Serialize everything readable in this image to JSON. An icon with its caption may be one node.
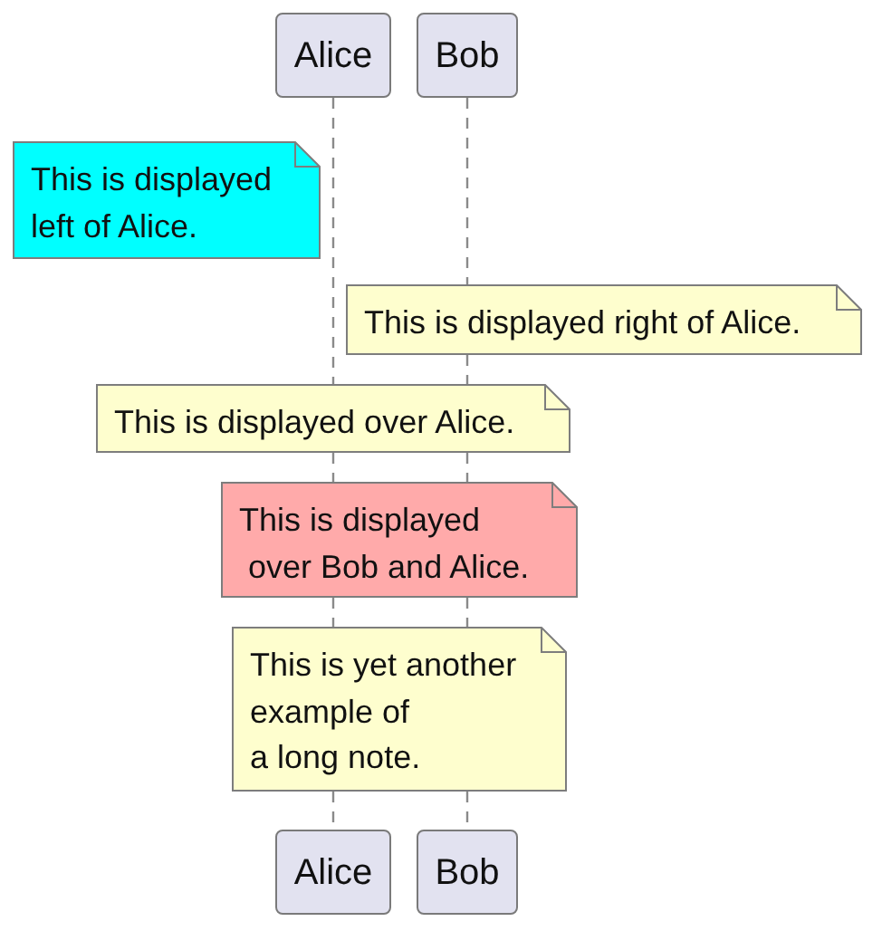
{
  "diagram": {
    "nodes": [
      {
        "text": [
          "Alice"
        ]
      },
      {
        "text": [
          "Bob"
        ]
      },
      {
        "text": [
          "This is displayed left of Alice."
        ]
      },
      {
        "text": [
          "This is displayed right of Alice."
        ]
      },
      {
        "text": [
          "This is displayed over Alice."
        ]
      },
      {
        "text": [
          "This is displayed over Bob and Alice."
        ]
      },
      {
        "text": [
          "This is yet another example of a long note."
        ]
      },
      {
        "text": [
          "Alice"
        ]
      },
      {
        "text": [
          "Bob"
        ]
      }
    ],
    "edges": [
      {
        "from": 0,
        "to": 4,
        "arrow": "none",
        "style": "dashed"
      },
      {
        "from": 4,
        "to": 5,
        "arrow": "none",
        "style": "dashed"
      },
      {
        "from": 5,
        "to": 6,
        "arrow": "none",
        "style": "dashed"
      },
      {
        "from": 6,
        "to": 7,
        "arrow": "none",
        "style": "dashed"
      },
      {
        "from": 1,
        "to": 3,
        "arrow": "none",
        "style": "dashed"
      },
      {
        "from": 3,
        "to": 4,
        "arrow": "none",
        "style": "dashed"
      },
      {
        "from": 4,
        "to": 5,
        "arrow": "none",
        "style": "dashed"
      },
      {
        "from": 5,
        "to": 6,
        "arrow": "none",
        "style": "dashed"
      },
      {
        "from": 6,
        "to": 8,
        "arrow": "none",
        "style": "dashed"
      }
    ]
  }
}
